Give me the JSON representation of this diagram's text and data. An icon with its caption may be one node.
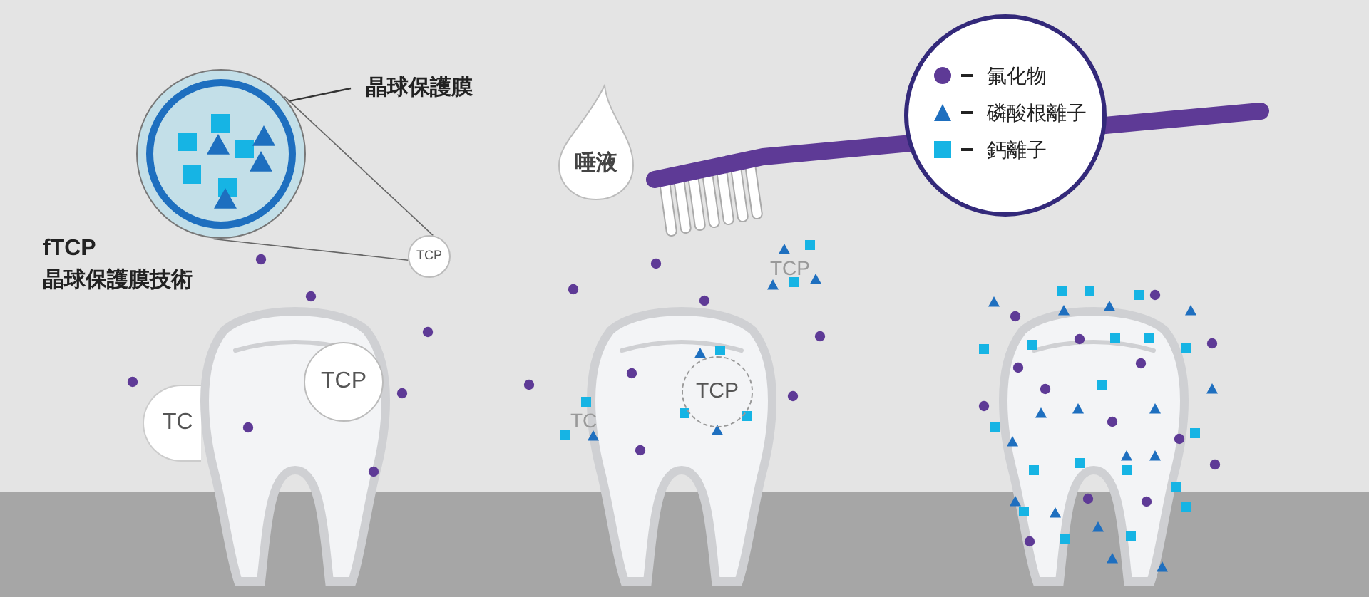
{
  "diagram": {
    "nodes": [
      {
        "text": [
          "晶球保護膜"
        ]
      },
      {
        "text": [],
        "shape": "circle"
      },
      {
        "text": [
          "TCP"
        ]
      },
      {
        "text": [
          "唾液"
        ]
      },
      {
        "text": [
          "TC"
        ]
      },
      {
        "text": [
          "TCP"
        ]
      },
      {
        "text": [
          "TCP"
        ]
      }
    ],
    "edges": [
      {
        "from": 0,
        "to": 1,
        "arrow": "none"
      },
      {
        "from": 1,
        "to": 2,
        "arrow": "none"
      },
      {
        "from": 1,
        "to": 2,
        "arrow": "none"
      }
    ],
    "labels": [
      "fTCP",
      "晶球保護膜技術",
      "TCP",
      "TC"
    ],
    "legend": [
      {
        "text": "氟化物"
      },
      {
        "text": "磷酸根離子"
      },
      {
        "text": "鈣離子"
      }
    ]
  }
}
